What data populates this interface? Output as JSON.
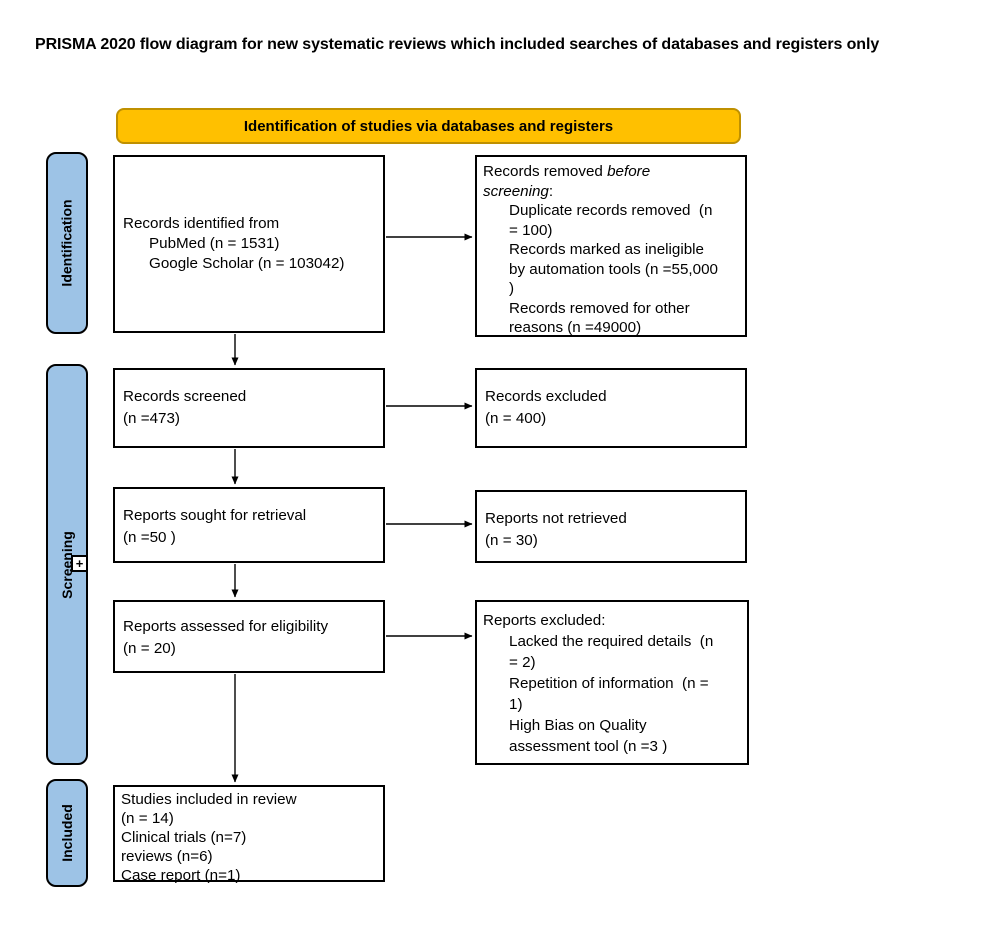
{
  "title": "PRISMA 2020 flow diagram for new systematic reviews which included searches of databases and registers only",
  "banner": {
    "label": "Identification of studies via databases and registers"
  },
  "colors": {
    "banner_fill": "#FFC000",
    "banner_border": "#BF9000",
    "sidebar_fill": "#9DC3E6",
    "box_border": "#000000",
    "arrow": "#000000"
  },
  "sidebars": [
    {
      "label": "Identification"
    },
    {
      "label": "Screening"
    },
    {
      "label": "Included"
    }
  ],
  "plus_icon": {
    "glyph": "+"
  },
  "boxes": {
    "identified": {
      "lines": [
        {
          "indent": false,
          "segments": [
            {
              "text": "Records identified from",
              "italic": false
            }
          ]
        },
        {
          "indent": true,
          "segments": [
            {
              "text": "PubMed (n = 1531)",
              "italic": false
            }
          ]
        },
        {
          "indent": true,
          "segments": [
            {
              "text": "Google Scholar (n = 103042)",
              "italic": false
            }
          ]
        }
      ]
    },
    "removed": {
      "lines": [
        {
          "indent": false,
          "segments": [
            {
              "text": "Records removed ",
              "italic": false
            },
            {
              "text": "before",
              "italic": true
            }
          ]
        },
        {
          "indent": false,
          "segments": [
            {
              "text": "screening",
              "italic": true
            },
            {
              "text": ":",
              "italic": false
            }
          ]
        },
        {
          "indent": true,
          "segments": [
            {
              "text": "Duplicate records removed  (n",
              "italic": false
            }
          ]
        },
        {
          "indent": true,
          "segments": [
            {
              "text": "= 100)",
              "italic": false
            }
          ]
        },
        {
          "indent": true,
          "segments": [
            {
              "text": "Records marked as ineligible",
              "italic": false
            }
          ]
        },
        {
          "indent": true,
          "segments": [
            {
              "text": "by automation tools (n =55,000",
              "italic": false
            }
          ]
        },
        {
          "indent": true,
          "segments": [
            {
              "text": ")",
              "italic": false
            }
          ]
        },
        {
          "indent": true,
          "segments": [
            {
              "text": "Records removed for other",
              "italic": false
            }
          ]
        },
        {
          "indent": true,
          "segments": [
            {
              "text": "reasons (n =49000)",
              "italic": false
            }
          ]
        }
      ]
    },
    "screened": {
      "lines": [
        {
          "indent": false,
          "segments": [
            {
              "text": "Records screened",
              "italic": false
            }
          ]
        },
        {
          "indent": false,
          "segments": [
            {
              "text": "(n =473)",
              "italic": false
            }
          ]
        }
      ]
    },
    "excluded": {
      "lines": [
        {
          "indent": false,
          "segments": [
            {
              "text": "Records excluded",
              "italic": false
            }
          ]
        },
        {
          "indent": false,
          "segments": [
            {
              "text": "(n = 400)",
              "italic": false
            }
          ]
        }
      ]
    },
    "sought": {
      "lines": [
        {
          "indent": false,
          "segments": [
            {
              "text": "Reports sought for retrieval",
              "italic": false
            }
          ]
        },
        {
          "indent": false,
          "segments": [
            {
              "text": "(n =50 )",
              "italic": false
            }
          ]
        }
      ]
    },
    "not_retrieved": {
      "lines": [
        {
          "indent": false,
          "segments": [
            {
              "text": "Reports not retrieved",
              "italic": false
            }
          ]
        },
        {
          "indent": false,
          "segments": [
            {
              "text": "(n = 30)",
              "italic": false
            }
          ]
        }
      ]
    },
    "assessed": {
      "lines": [
        {
          "indent": false,
          "segments": [
            {
              "text": "Reports assessed for eligibility",
              "italic": false
            }
          ]
        },
        {
          "indent": false,
          "segments": [
            {
              "text": "(n = 20)",
              "italic": false
            }
          ]
        }
      ]
    },
    "reports_excluded": {
      "lines": [
        {
          "indent": false,
          "segments": [
            {
              "text": "Reports excluded:",
              "italic": false
            }
          ]
        },
        {
          "indent": true,
          "segments": [
            {
              "text": "Lacked the required details  (n",
              "italic": false
            }
          ]
        },
        {
          "indent": true,
          "segments": [
            {
              "text": "= 2)",
              "italic": false
            }
          ]
        },
        {
          "indent": true,
          "segments": [
            {
              "text": "Repetition of information  (n =",
              "italic": false
            }
          ]
        },
        {
          "indent": true,
          "segments": [
            {
              "text": "1)",
              "italic": false
            }
          ]
        },
        {
          "indent": true,
          "segments": [
            {
              "text": "High Bias on Quality",
              "italic": false
            }
          ]
        },
        {
          "indent": true,
          "segments": [
            {
              "text": "assessment tool (n =3 )",
              "italic": false
            }
          ]
        }
      ]
    },
    "included_studies": {
      "lines": [
        {
          "indent": false,
          "segments": [
            {
              "text": "Studies included in review",
              "italic": false
            }
          ]
        },
        {
          "indent": false,
          "segments": [
            {
              "text": "(n = 14)",
              "italic": false
            }
          ]
        },
        {
          "indent": false,
          "segments": [
            {
              "text": "Clinical trials (n=7)",
              "italic": false
            }
          ]
        },
        {
          "indent": false,
          "segments": [
            {
              "text": "reviews (n=6)",
              "italic": false
            }
          ]
        },
        {
          "indent": false,
          "segments": [
            {
              "text": "Case report (n=1)",
              "italic": false
            }
          ]
        }
      ]
    }
  }
}
